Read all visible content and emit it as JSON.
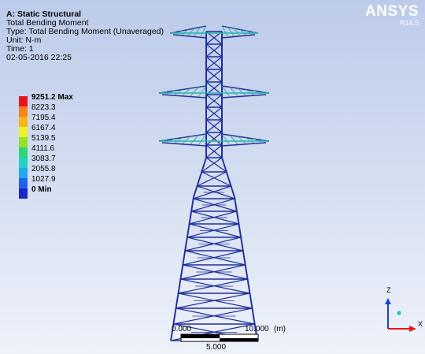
{
  "header": {
    "title": "A: Static Structural",
    "result_name": "Total Bending Moment",
    "type_line": "Type: Total Bending Moment (Unaveraged)",
    "unit_line": "Unit: N·m",
    "time_line": "Time: 1",
    "date_line": "02-05-2016 22:25"
  },
  "logo": {
    "brand": "ANSYS",
    "version": "R14.5"
  },
  "legend": {
    "entries": [
      {
        "label": "9251.2 Max",
        "color": "#e8141b",
        "bold": true
      },
      {
        "label": "8223.3",
        "color": "#f7821f",
        "bold": false
      },
      {
        "label": "7195.4",
        "color": "#f7b51c",
        "bold": false
      },
      {
        "label": "6167.4",
        "color": "#eef12a",
        "bold": false
      },
      {
        "label": "5139.5",
        "color": "#94e12c",
        "bold": false
      },
      {
        "label": "4111.6",
        "color": "#2ed676",
        "bold": false
      },
      {
        "label": "3083.7",
        "color": "#22d1c4",
        "bold": false
      },
      {
        "label": "2055.8",
        "color": "#21a8ed",
        "bold": false
      },
      {
        "label": "1027.9",
        "color": "#1f63e6",
        "bold": false
      },
      {
        "label": "0 Min",
        "color": "#1a27c8",
        "bold": true
      }
    ]
  },
  "scale_bar": {
    "left_label": "0.000",
    "right_label": "10.000",
    "unit": "(m)",
    "mid_label": "5.000"
  },
  "triad": {
    "z_label": "Z",
    "x_label": "X"
  },
  "colors": {
    "tower_member": "#1e2f9c",
    "crossarm_tint": "#2fb3a6",
    "triad_x": "#e01b1b",
    "triad_z": "#1a3fd0"
  }
}
